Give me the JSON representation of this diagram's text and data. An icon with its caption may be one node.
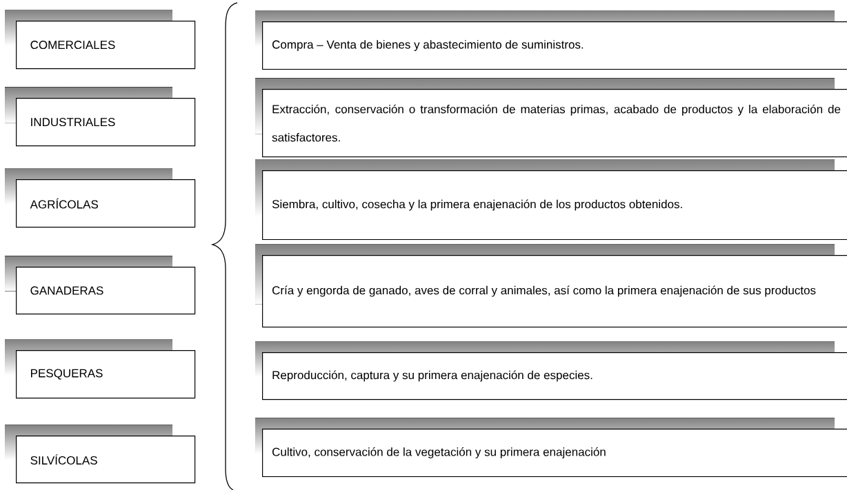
{
  "diagram": {
    "nodes": [
      {
        "text": [
          "COMERCIALES"
        ]
      },
      {
        "text": [
          "INDUSTRIALES"
        ]
      },
      {
        "text": [
          "AGRÍCOLAS"
        ]
      },
      {
        "text": [
          "GANADERAS"
        ]
      },
      {
        "text": [
          "PESQUERAS"
        ]
      },
      {
        "text": [
          "SILVÍCOLAS"
        ]
      },
      {
        "text": [
          "Compra – Venta de bienes y abastecimiento de suministros."
        ]
      },
      {
        "text": [
          "Extracción, conservación o transformación de materias primas, acabado de productos y la elaboración de satisfactores."
        ]
      },
      {
        "text": [
          "Siembra, cultivo, cosecha y la primera enajenación de los productos obtenidos."
        ]
      },
      {
        "text": [
          "Cría y engorda de ganado, aves de corral y animales, así como la primera enajenación de sus productos"
        ]
      },
      {
        "text": [
          "Reproducción, captura y su primera enajenación de especies."
        ]
      },
      {
        "text": [
          "Cultivo, conservación de la vegetación y su primera enajenación"
        ]
      }
    ]
  }
}
